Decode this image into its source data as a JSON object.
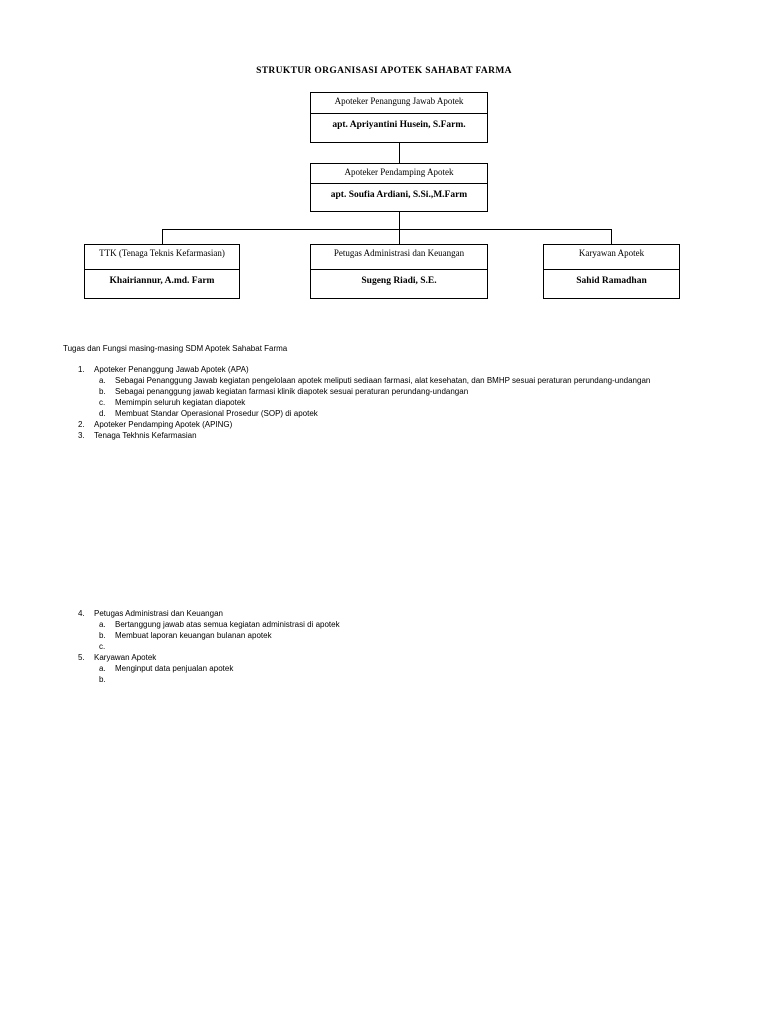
{
  "document": {
    "title": "STRUKTUR ORGANISASI APOTEK SAHABAT FARMA"
  },
  "orgchart": {
    "nodes": [
      {
        "id": "apj",
        "role": "Apoteker Penangung Jawab Apotek",
        "person": "apt. Apriyantini Husein, S.Farm."
      },
      {
        "id": "aping",
        "role": "Apoteker Pendamping Apotek",
        "person": "apt. Soufia Ardiani, S.Si.,M.Farm"
      },
      {
        "id": "ttk",
        "role": "TTK (Tenaga Teknis Kefarmasian)",
        "person": "Khairiannur, A.md. Farm"
      },
      {
        "id": "admin",
        "role": "Petugas Administrasi dan Keuangan",
        "person": "Sugeng Riadi, S.E."
      },
      {
        "id": "karyawan",
        "role": "Karyawan Apotek",
        "person": "Sahid Ramadhan"
      }
    ]
  },
  "body": {
    "intro": "Tugas dan Fungsi masing-masing SDM Apotek Sahabat Farma",
    "list_upper": [
      {
        "marker": "1.",
        "level": 1,
        "text": "Apoteker Penanggung Jawab Apotek (APA)"
      },
      {
        "marker": "a.",
        "level": 2,
        "text": "Sebagai Penanggung Jawab kegiatan pengelolaan apotek meliputi sediaan farmasi, alat kesehatan, dan BMHP sesuai peraturan perundang-undangan"
      },
      {
        "marker": "b.",
        "level": 2,
        "text": "Sebagai penanggung jawab kegiatan farmasi klinik diapotek sesuai peraturan perundang-undangan"
      },
      {
        "marker": "c.",
        "level": 2,
        "text": "Memimpin seluruh kegiatan diapotek"
      },
      {
        "marker": "d.",
        "level": 2,
        "text": "Membuat Standar Operasional Prosedur (SOP) di apotek"
      },
      {
        "marker": "2.",
        "level": 1,
        "text": "Apoteker Pendamping Apotek (APING)"
      },
      {
        "marker": "3.",
        "level": 1,
        "text": "Tenaga Tekhnis Kefarmasian"
      }
    ],
    "list_lower": [
      {
        "marker": "4.",
        "level": 1,
        "text": "Petugas Administrasi dan Keuangan"
      },
      {
        "marker": "a.",
        "level": 2,
        "text": "Bertanggung jawab atas semua kegiatan administrasi di apotek"
      },
      {
        "marker": "b.",
        "level": 2,
        "text": "Membuat laporan keuangan bulanan apotek"
      },
      {
        "marker": "c.",
        "level": 2,
        "text": ""
      },
      {
        "marker": "5.",
        "level": 1,
        "text": "Karyawan Apotek"
      },
      {
        "marker": "a.",
        "level": 2,
        "text": "Menginput data penjualan apotek"
      },
      {
        "marker": "b.",
        "level": 2,
        "text": ""
      }
    ]
  }
}
